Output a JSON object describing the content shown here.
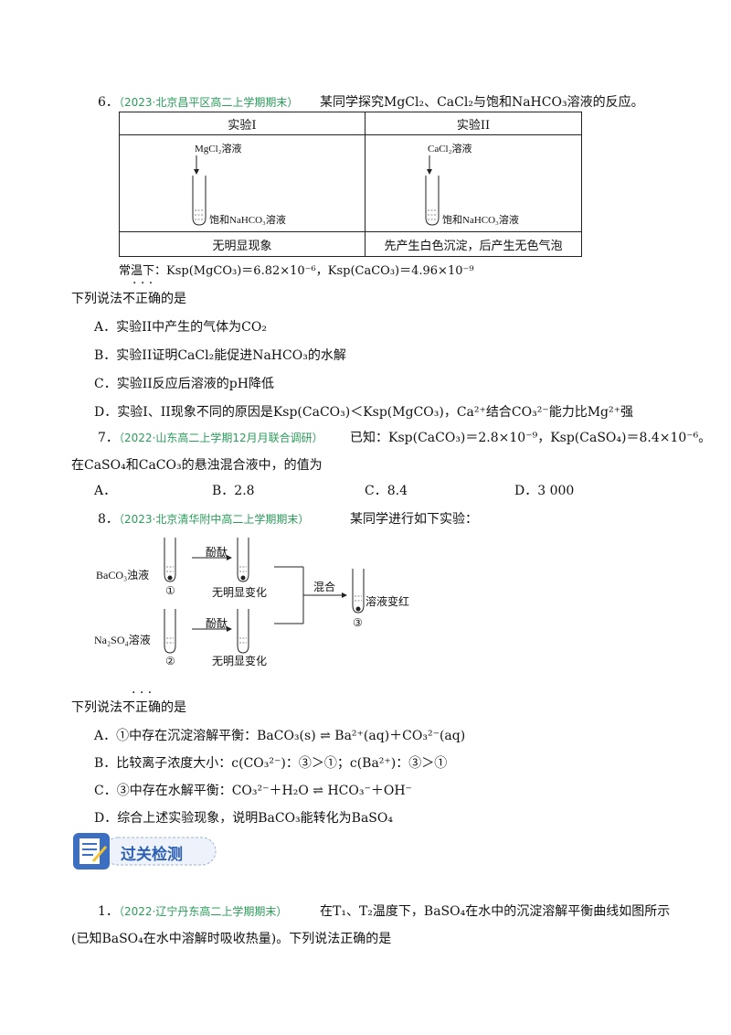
{
  "q6": {
    "number": "6．",
    "source": "（2023·北京昌平区高二上学期期末）",
    "stem": "某同学探究MgCl₂、CaCl₂与饱和NaHCO₃溶液的反应。",
    "table": {
      "col1_header": "实验I",
      "col2_header": "实验II",
      "col1_reagent": "MgCl₂溶液",
      "col1_solution": "饱和NaHCO₃溶液",
      "col2_reagent": "CaCl₂溶液",
      "col2_solution": "饱和NaHCO₃溶液",
      "col1_result": "无明显现象",
      "col2_result": "先产生白色沉淀，后产生无色气泡"
    },
    "note": "常温下：Ksp(MgCO₃)＝6.82×10⁻⁶，Ksp(CaCO₃)＝4.96×10⁻⁹",
    "ask": "下列说法不正确的是",
    "options": [
      "A．实验II中产生的气体为CO₂",
      "B．实验II证明CaCl₂能促进NaHCO₃的水解",
      "C．实验II反应后溶液的pH降低",
      "D．实验I、II现象不同的原因是Ksp(CaCO₃)＜Ksp(MgCO₃)，Ca²⁺结合CO₃²⁻能力比Mg²⁺强"
    ]
  },
  "q7": {
    "number": "7．",
    "source": "（2022·山东高二上学期12月月联合调研）",
    "stem": "已知：Ksp(CaCO₃)＝2.8×10⁻⁹，Ksp(CaSO₄)＝8.4×10⁻⁶。",
    "stem2": "在CaSO₄和CaCO₃的悬浊混合液中，的值为",
    "options": [
      "A．",
      "B．2.8",
      "C．8.4",
      "D．3 000"
    ]
  },
  "q8": {
    "number": "8．",
    "source": "（2023·北京清华附中高二上学期期末）",
    "stem": "某同学进行如下实验：",
    "diagram": {
      "label_a": "BaCO₃浊液",
      "label_b": "Na₂SO₄溶液",
      "reagent1": "酚酞",
      "reagent2": "酚酞",
      "result1": "无明显变化",
      "result2": "无明显变化",
      "mix": "混合",
      "final": "溶液变红",
      "n1": "①",
      "n2": "②",
      "n3": "③"
    },
    "ask": "下列说法不正确的是",
    "options": [
      "A．①中存在沉淀溶解平衡：BaCO₃(s) ⇌ Ba²⁺(aq)＋CO₃²⁻(aq)",
      "B．比较离子浓度大小：c(CO₃²⁻)：③＞①；c(Ba²⁺)：③＞①",
      "C．③中存在水解平衡：CO₃²⁻＋H₂O ⇌ HCO₃⁻＋OH⁻",
      "D．综合上述实验现象，说明BaCO₃能转化为BaSO₄"
    ]
  },
  "banner": {
    "title": "过关检测"
  },
  "q1": {
    "number": "1．",
    "source": "（2022·辽宁丹东高二上学期期末）",
    "stem": "在T₁、T₂温度下，BaSO₄在水中的沉淀溶解平衡曲线如图所示",
    "stem2": "(已知BaSO₄在水中溶解时吸收热量)。下列说法正确的是"
  }
}
